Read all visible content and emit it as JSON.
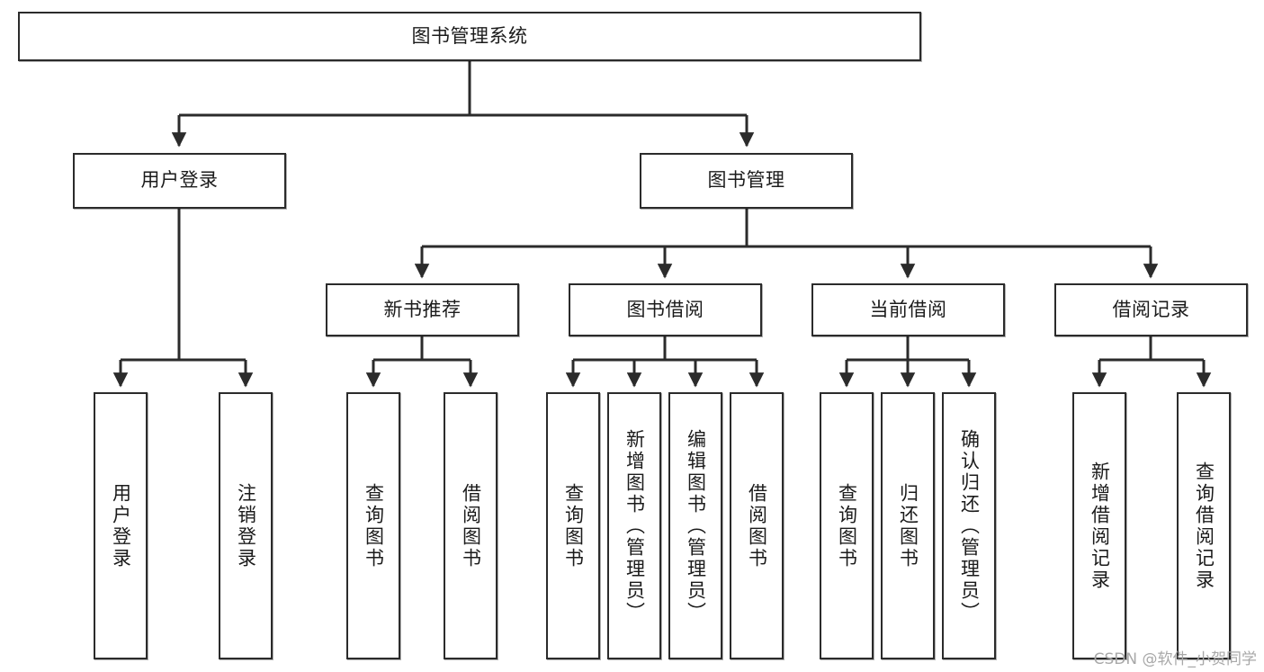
{
  "diagram": {
    "title": "图书管理系统",
    "type": "tree-hierarchy",
    "watermark": "CSDN @软件_小贺同学",
    "colors": {
      "node_border": "#2b2b2b",
      "node_fill": "#ffffff",
      "edge": "#2b2b2b",
      "text": "#1b1b1b",
      "watermark": "#a8a8a8",
      "background": "#ffffff"
    }
  },
  "nodes": {
    "root": {
      "label": "图书管理系统"
    },
    "level2": [
      {
        "id": "user-login",
        "label": "用户登录"
      },
      {
        "id": "book-manage",
        "label": "图书管理"
      }
    ],
    "level3": [
      {
        "id": "new-book-recommend",
        "label": "新书推荐"
      },
      {
        "id": "book-borrow",
        "label": "图书借阅"
      },
      {
        "id": "current-borrow",
        "label": "当前借阅"
      },
      {
        "id": "borrow-record",
        "label": "借阅记录"
      }
    ],
    "leaves": {
      "user-login": [
        {
          "id": "leaf-user-login",
          "label": "用户登录"
        },
        {
          "id": "leaf-logout-login",
          "label": "注销登录"
        }
      ],
      "new-book-recommend": [
        {
          "id": "leaf-query-book-1",
          "label": "查询图书"
        },
        {
          "id": "leaf-borrow-book-1",
          "label": "借阅图书"
        }
      ],
      "book-borrow": [
        {
          "id": "leaf-query-book-2",
          "label": "查询图书"
        },
        {
          "id": "leaf-add-book",
          "label": "新增图书（管理员）"
        },
        {
          "id": "leaf-edit-book",
          "label": "编辑图书（管理员）"
        },
        {
          "id": "leaf-borrow-book-2",
          "label": "借阅图书"
        }
      ],
      "current-borrow": [
        {
          "id": "leaf-query-book-3",
          "label": "查询图书"
        },
        {
          "id": "leaf-return-book",
          "label": "归还图书"
        },
        {
          "id": "leaf-confirm-return",
          "label": "确认归还（管理员）"
        }
      ],
      "borrow-record": [
        {
          "id": "leaf-add-record",
          "label": "新增借阅记录"
        },
        {
          "id": "leaf-query-record",
          "label": "查询借阅记录"
        }
      ]
    }
  }
}
